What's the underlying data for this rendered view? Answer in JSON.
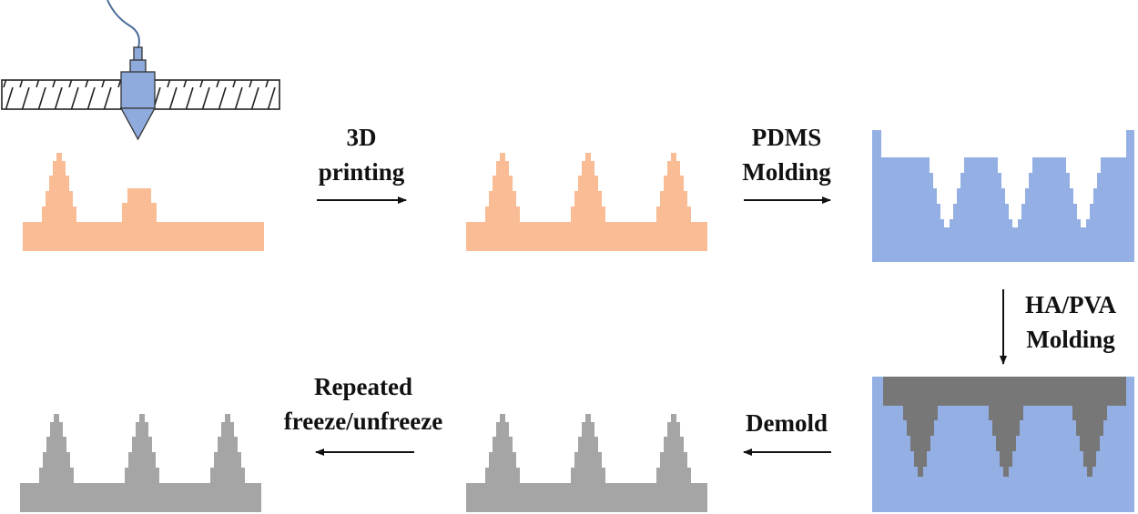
{
  "labels": {
    "step1_line1": "3D",
    "step1_line2": "printing",
    "step2_line1": "PDMS",
    "step2_line2": "Molding",
    "step3_line1": "HA/PVA",
    "step3_line2": "Molding",
    "step4": "Demold",
    "step5_line1": "Repeated",
    "step5_line2": "freeze/unfreeze"
  },
  "colors": {
    "resin": "#F9BC94",
    "pdms": "#93AFE3",
    "microneedle": "#A5A5A5",
    "microneedle_in_mold": "#777777",
    "nozzle": "#8FAADC",
    "arrow": "#111111"
  },
  "icons": [
    "printer-gantry-icon",
    "printer-nozzle-icon"
  ]
}
